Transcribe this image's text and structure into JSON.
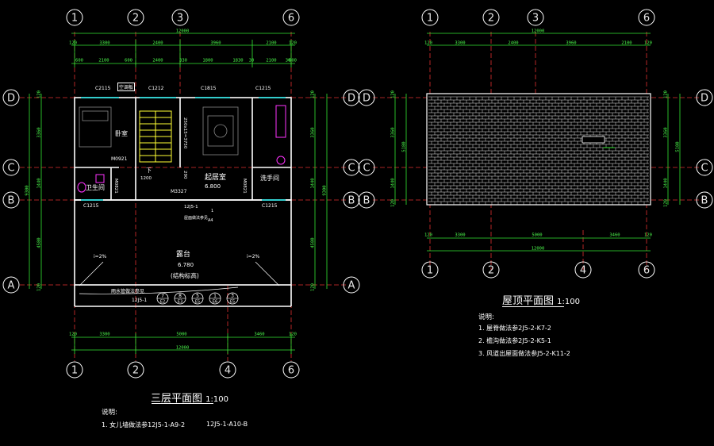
{
  "colors": {
    "background": "#000000",
    "dimension": "#33e633",
    "axis_line": "#e03030",
    "wall": "#ffffff",
    "stair": "#ffff33",
    "window": "#33cccc",
    "fixture": "#ff33ff",
    "text": "#ffffff"
  },
  "third_floor_plan": {
    "title": "三层平面图",
    "scale": "1:100",
    "top_axes": [
      "1",
      "2",
      "3",
      "6"
    ],
    "bottom_axes": [
      "1",
      "2",
      "4",
      "6"
    ],
    "left_axes": [
      "D",
      "C",
      "B",
      "A"
    ],
    "right_axes": [
      "D",
      "C",
      "B",
      "A"
    ],
    "overall_width": "12000",
    "top_dims_row1": [
      "120",
      "3300",
      "2400",
      "3960",
      "2100",
      "120"
    ],
    "top_dims_row2": [
      "600",
      "2100",
      "600",
      "2400",
      "330",
      "1800",
      "1830",
      "30",
      "2100",
      "30",
      "600"
    ],
    "bottom_dims": [
      "120",
      "3300",
      "5000",
      "3460",
      "120"
    ],
    "bottom_total": "12000",
    "side_dims": [
      "120",
      "3360",
      "1440",
      "4580",
      "120"
    ],
    "side_total": "9300",
    "rooms": {
      "bedroom": "卧室",
      "bathroom": "卫生间",
      "living": "起居室",
      "washroom": "洗手间",
      "terrace": "露台"
    },
    "labels": {
      "w1": "C2115",
      "w2": "C1212",
      "w3": "C1815",
      "w4": "C1215",
      "w5": "C1215",
      "w6": "C1215",
      "shelf": "空调板",
      "door1": "M0921",
      "door2": "M0821",
      "door3": "M3327",
      "door4": "M0821",
      "elev_living": "6.800",
      "elev_terrace": "6.780",
      "struct": "(结构标高)",
      "slope_left": "i=2%",
      "slope_right": "i=2%",
      "stair_down": "下",
      "stair_dim": "250x15=3750",
      "note_drain": "雨水管做法参见",
      "note_eave": "屋面做法参见",
      "ref1": "12J5-1",
      "ref2": "12J5-1",
      "dim_1200": "1200",
      "dim_290": "290",
      "small_a": "A4",
      "small_b": "1"
    },
    "markers": [
      {
        "num": "7",
        "ref": "E2"
      },
      {
        "num": "8",
        "ref": "E3"
      },
      {
        "num": "5",
        "ref": "E5"
      },
      {
        "num": "1",
        "ref": "E6"
      },
      {
        "num": "3",
        "ref": "E5"
      }
    ],
    "notes_title": "说明:",
    "notes": [
      "1. 女儿墙做法参12J5-1-A9-2",
      "12J5-1-A10-B"
    ]
  },
  "roof_plan": {
    "title": "屋顶平面图",
    "scale": "1:100",
    "top_axes": [
      "1",
      "2",
      "3",
      "6"
    ],
    "bottom_axes": [
      "1",
      "2",
      "4",
      "6"
    ],
    "left_axes": [
      "D",
      "C",
      "B"
    ],
    "right_axes": [
      "D",
      "C",
      "B"
    ],
    "overall_width": "12000",
    "top_dims": [
      "120",
      "3300",
      "2400",
      "3960",
      "2100",
      "120"
    ],
    "bottom_dims": [
      "120",
      "3300",
      "5000",
      "3460",
      "120"
    ],
    "bottom_total": "12000",
    "side_dims": [
      "120",
      "3360",
      "1440",
      "120"
    ],
    "side_total": "5180",
    "notes_title": "说明:",
    "notes": [
      "1. 屋脊做法参2J5-2-K7-2",
      "2. 檐沟做法参2J5-2-K5-1",
      "3. 风道出屋面做法参J5-2-K11-2"
    ]
  }
}
